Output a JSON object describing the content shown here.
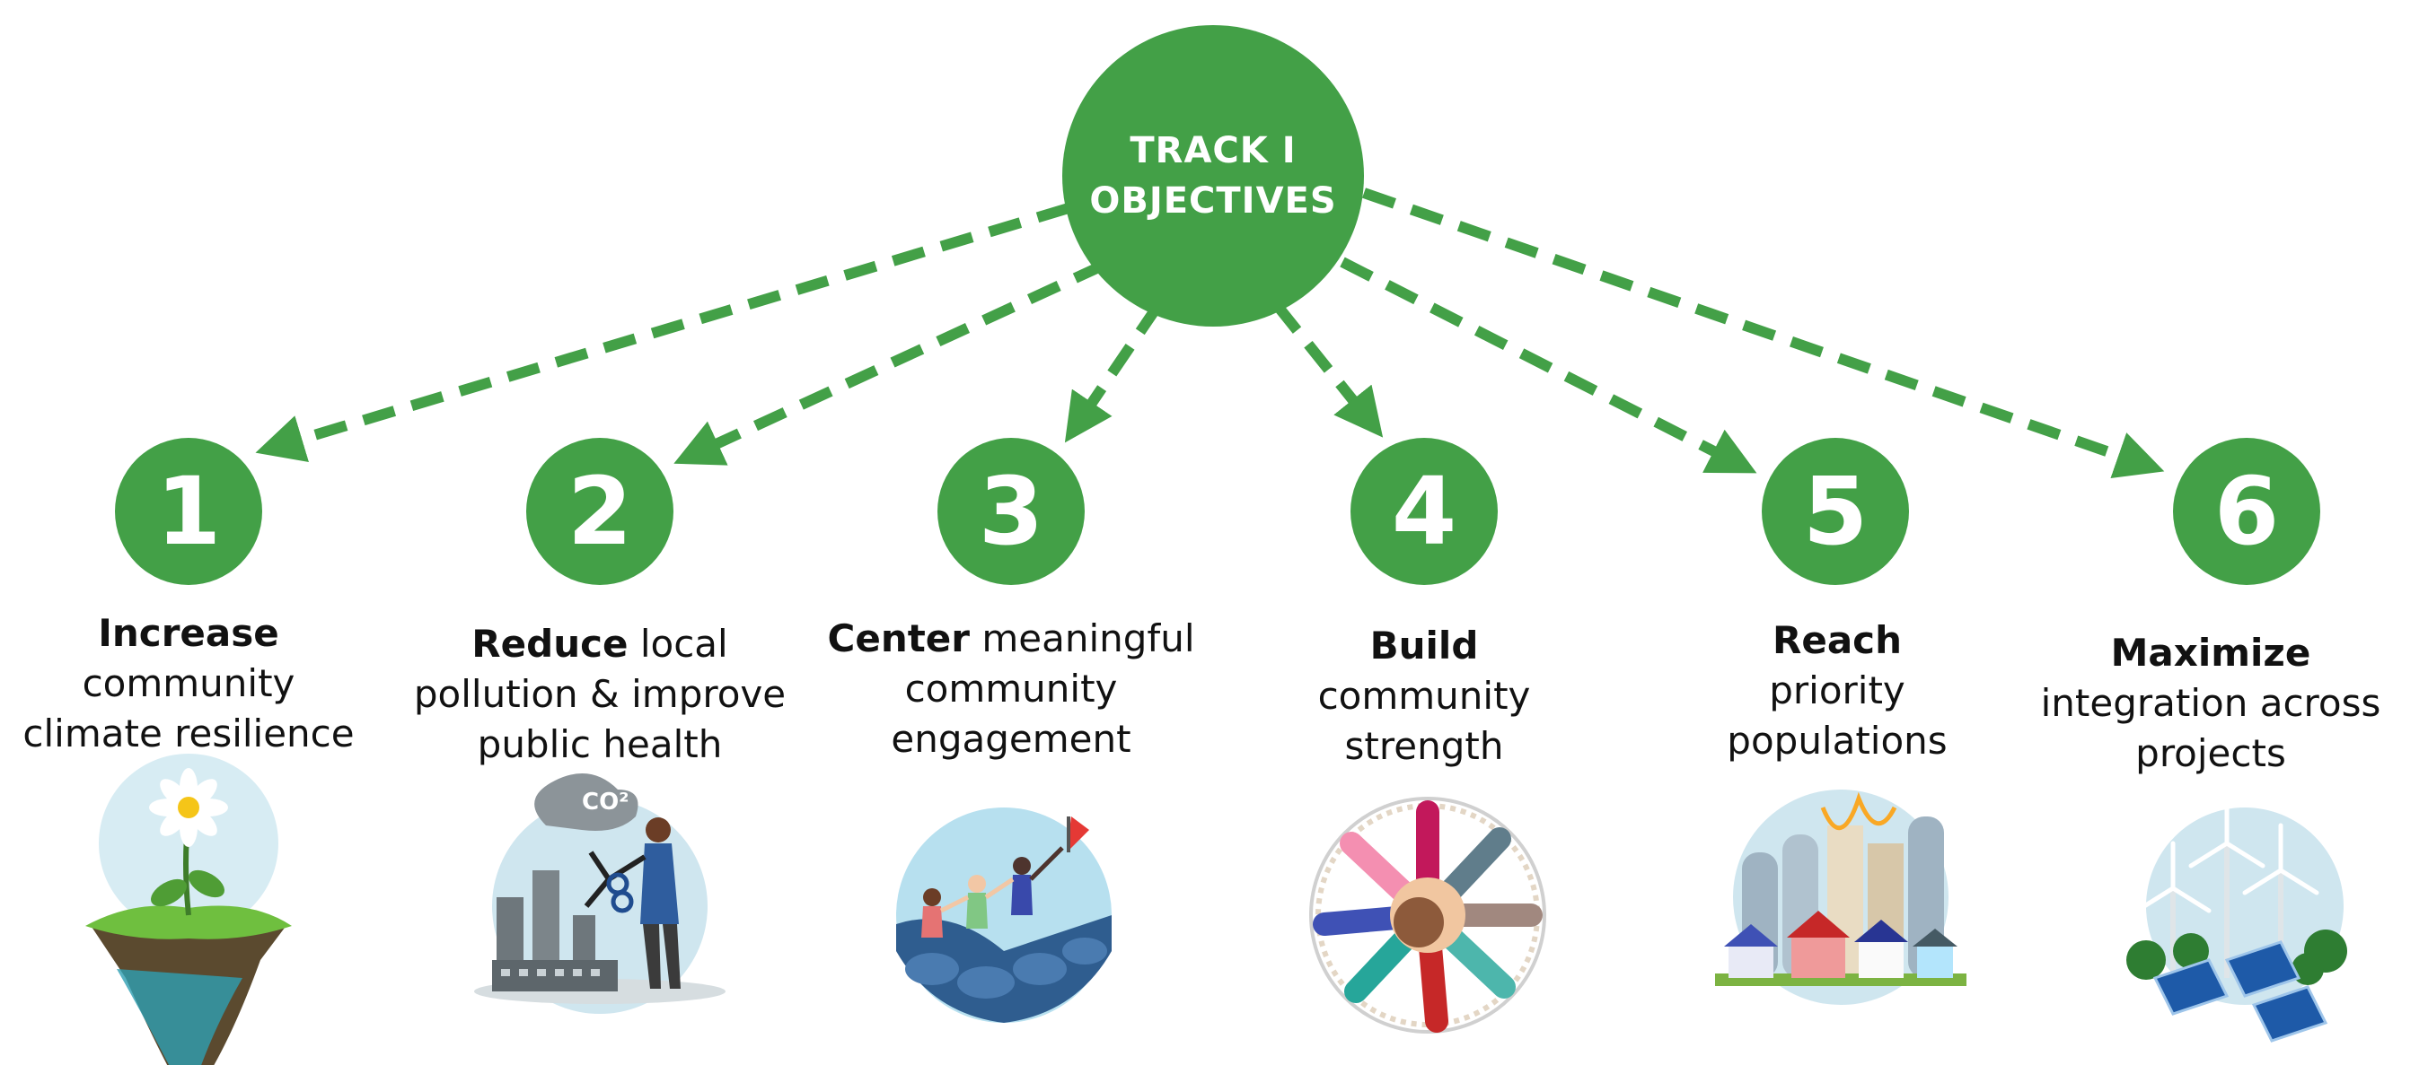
{
  "hub": {
    "line1": "TRACK I",
    "line2": "OBJECTIVES"
  },
  "objectives": [
    {
      "number": "1",
      "bold": "Increase",
      "rest_line1": "",
      "line2": "community",
      "line3": "climate resilience",
      "illustration": "floating-island-flower"
    },
    {
      "number": "2",
      "bold": "Reduce",
      "rest_line1": " local",
      "line2": "pollution & improve",
      "line3": "public health",
      "illustration": "factory-co2-cut"
    },
    {
      "number": "3",
      "bold": "Center",
      "rest_line1": " meaningful",
      "line2": "community",
      "line3": "engagement",
      "illustration": "climbers-reaching-flag"
    },
    {
      "number": "4",
      "bold": "Build",
      "rest_line1": "",
      "line2": "community",
      "line3": "strength",
      "illustration": "stacked-hands"
    },
    {
      "number": "5",
      "bold": "Reach",
      "rest_line1": "",
      "line2": "priority",
      "line3": "populations",
      "illustration": "houses-and-tanks"
    },
    {
      "number": "6",
      "bold": "Maximize",
      "rest_line1": "",
      "line2": "integration across",
      "line3": "projects",
      "illustration": "wind-turbines-solar"
    }
  ],
  "colors": {
    "green": "#43a047",
    "text": "#111111"
  }
}
